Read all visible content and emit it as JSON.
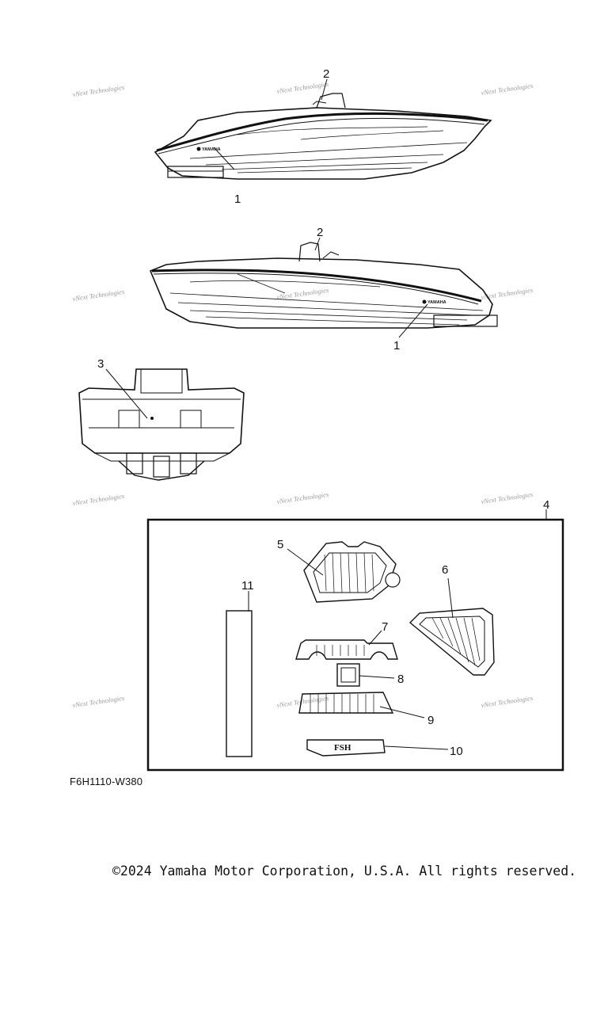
{
  "diagram": {
    "callouts": [
      "1",
      "2",
      "3",
      "4",
      "5",
      "6",
      "7",
      "8",
      "9",
      "10",
      "11"
    ],
    "label_fsh": "FSH",
    "logo_text": "YAMAHA",
    "watermark": "vNext Technologies"
  },
  "footer": {
    "part_code": "F6H1110-W380",
    "copyright": "©2024 Yamaha Motor Corporation, U.S.A. All rights reserved."
  }
}
